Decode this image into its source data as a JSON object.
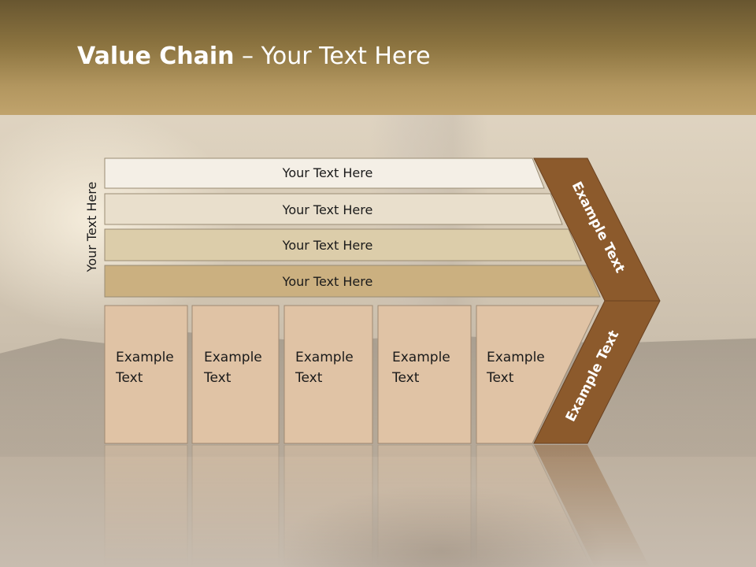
{
  "title": {
    "bold": "Value Chain",
    "rest": " – Your Text Here"
  },
  "side_label": "Your Text Here",
  "bars": [
    "Your Text Here",
    "Your Text Here",
    "Your Text Here",
    "Your Text Here"
  ],
  "boxes": [
    [
      "Example",
      "Text"
    ],
    [
      "Example",
      "Text"
    ],
    [
      "Example",
      "Text"
    ],
    [
      "Example",
      "Text"
    ],
    [
      "Example",
      "Text"
    ]
  ],
  "arrow_top": "Example Text",
  "arrow_bottom": "Example Text",
  "colors": {
    "bars": [
      "#f4efe6",
      "#e9dfcc",
      "#dccdaa",
      "#cbb080"
    ],
    "boxes": "#e0c3a5",
    "arrow": "#8c5a2c"
  }
}
